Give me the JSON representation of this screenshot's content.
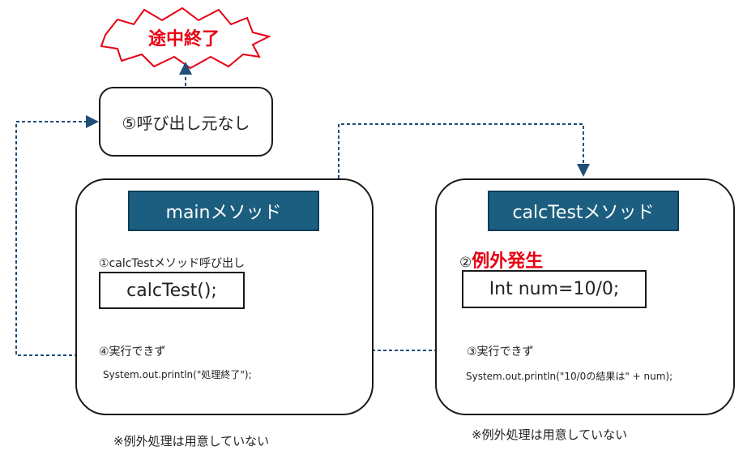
{
  "terminate_label": "途中終了",
  "caller_box": {
    "text": "⑤呼び出し元なし"
  },
  "main_region": {
    "title": "mainメソッド",
    "step1_label": "①calcTestメソッド呼び出し",
    "call_code": "calcTest();",
    "step4_label": "④実行できず",
    "print_code": "System.out.println(\"処理終了\");",
    "note": "※例外処理は用意していない"
  },
  "calc_region": {
    "title": "calcTestメソッド",
    "step2_prefix": "②",
    "step2_label": "例外発生",
    "error_code": "Int num=10/0;",
    "step3_label": "③実行できず",
    "print_code": "System.out.println(\"10/0の結果は\" + num);",
    "note": "※例外処理は用意していない"
  },
  "colors": {
    "header_fill": "#1b5e7f",
    "arrow": "#1f4e79",
    "error_red": "#e60012"
  }
}
